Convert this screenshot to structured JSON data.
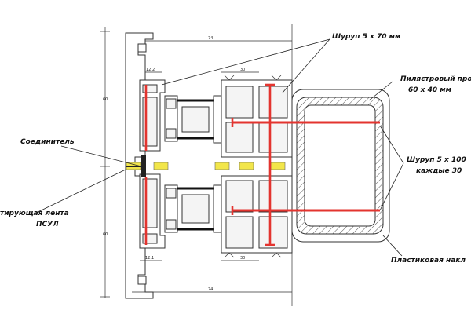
{
  "labels": {
    "screw_top": "Шуруп  5 x 70 мм",
    "pilaster_line1": "Пилястровый про",
    "pilaster_line2": "60 х 40 мм",
    "connector": "Соединитель",
    "screw_right_line1": "Шуруп  5 x 100  ",
    "screw_right_line2": "каждые  30  ",
    "tape_line1": "тирующая лента",
    "tape_line2": "ПСУЛ",
    "plastic_cover": "Пластиковая накл"
  },
  "dimensions": {
    "top_width": "74",
    "top_sash": "12.2",
    "top_right": "30",
    "bottom_width": "74",
    "bottom_sash": "12.1",
    "bottom_right": "30",
    "left_upper": "60",
    "left_lower": "60"
  },
  "colors": {
    "screw_red": "#e3342f",
    "sealing_tape": "#f2e64a",
    "outline": "#333333"
  }
}
